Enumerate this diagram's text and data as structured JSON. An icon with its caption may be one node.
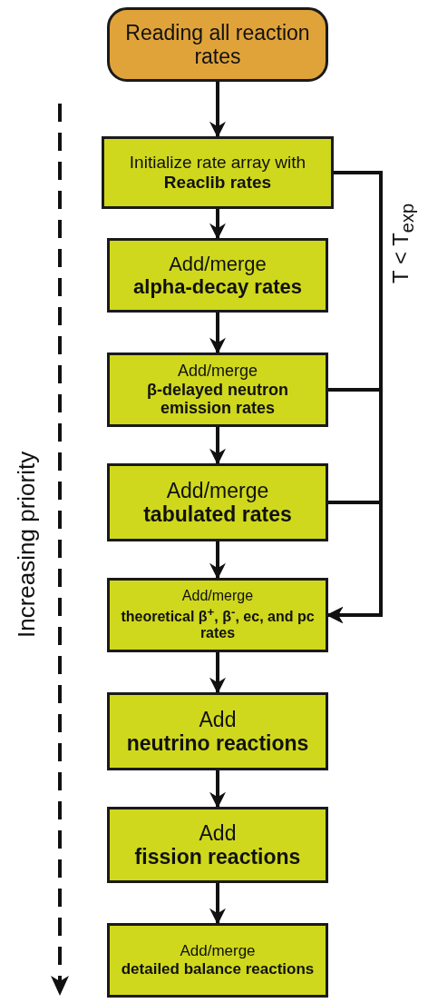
{
  "diagram": {
    "nodes": [
      {
        "text": [
          "Reading all reaction rates"
        ]
      },
      {
        "text": [
          "Initialize rate array with **Reaclib rates**"
        ]
      },
      {
        "text": [
          "Add/merge **alpha-decay rates**"
        ]
      },
      {
        "text": [
          "Add/merge **β-delayed neutron emission rates**"
        ]
      },
      {
        "text": [
          "Add/merge **tabulated rates**"
        ]
      },
      {
        "text": [
          "Add/merge **theoretical β$^{+}$, β$^{-}$, ec, and pc rates**"
        ]
      },
      {
        "text": [
          "Add **neutrino reactions**"
        ]
      },
      {
        "text": [
          "Add **fission reactions**"
        ]
      },
      {
        "text": [
          "Add/merge **detailed balance reactions**"
        ]
      }
    ],
    "edges": [
      {
        "from": 0,
        "to": 1,
        "arrow": "to"
      },
      {
        "from": 1,
        "to": 2,
        "arrow": "to"
      },
      {
        "from": 2,
        "to": 3,
        "arrow": "to"
      },
      {
        "from": 3,
        "to": 4,
        "arrow": "to"
      },
      {
        "from": 4,
        "to": 5,
        "arrow": "to"
      },
      {
        "from": 5,
        "to": 6,
        "arrow": "to"
      },
      {
        "from": 6,
        "to": 7,
        "arrow": "to"
      },
      {
        "from": 7,
        "to": 8,
        "arrow": "to"
      },
      {
        "from": 1,
        "to": 5,
        "arrow": "to",
        "label": "T < T$_{exp}$"
      },
      {
        "from": 3,
        "to": 5,
        "arrow": "to"
      },
      {
        "from": 4,
        "to": 5,
        "arrow": "to"
      }
    ],
    "labels": [
      "Increasing priority"
    ]
  }
}
